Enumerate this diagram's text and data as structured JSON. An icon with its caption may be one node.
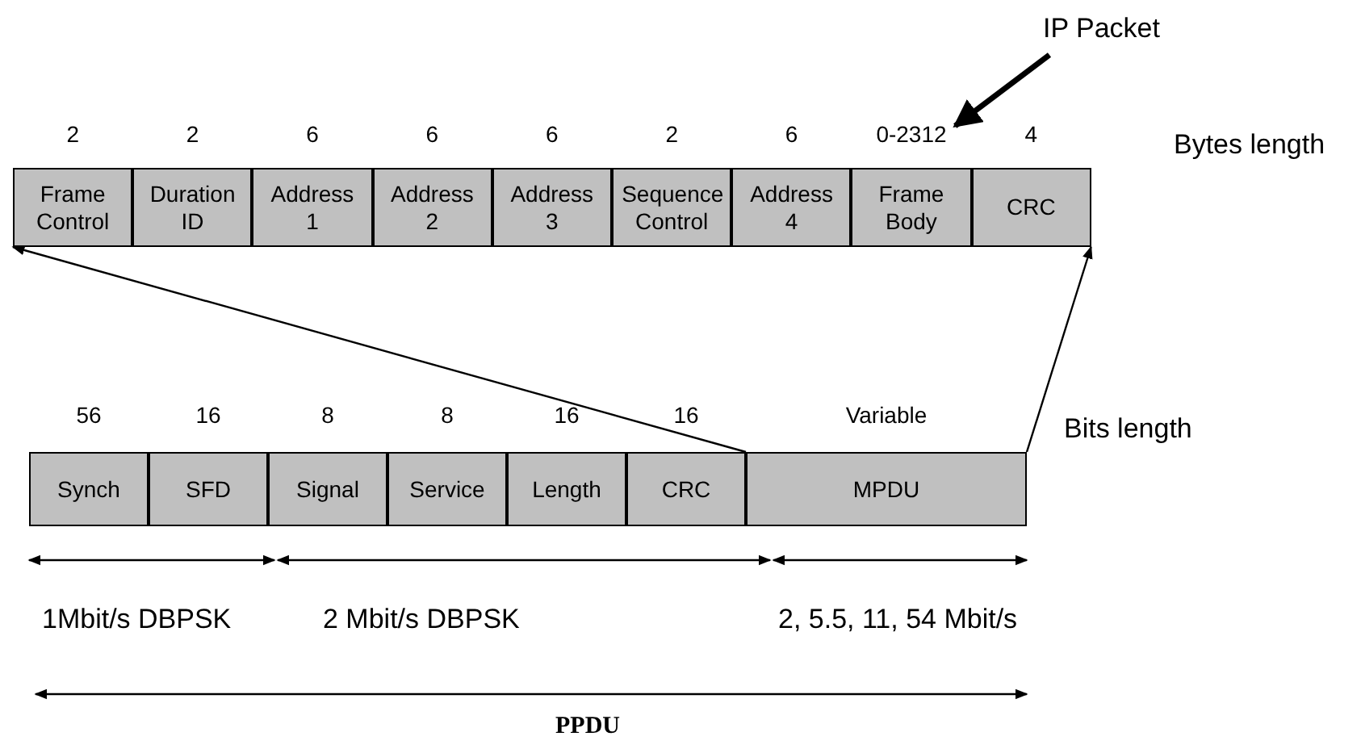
{
  "diagram": {
    "nodes": [
      {
        "text": [
          "IP Packet"
        ]
      },
      {
        "text": [
          "Frame Control"
        ],
        "beside": [
          "2"
        ]
      },
      {
        "text": [
          "Duration ID"
        ],
        "beside": [
          "2"
        ]
      },
      {
        "text": [
          "Address 1"
        ],
        "beside": [
          "6"
        ]
      },
      {
        "text": [
          "Address 2"
        ],
        "beside": [
          "6"
        ]
      },
      {
        "text": [
          "Address 3"
        ],
        "beside": [
          "6"
        ]
      },
      {
        "text": [
          "Sequence Control"
        ],
        "beside": [
          "2"
        ]
      },
      {
        "text": [
          "Address 4"
        ],
        "beside": [
          "6"
        ]
      },
      {
        "text": [
          "Frame Body"
        ],
        "beside": [
          "0-2312"
        ]
      },
      {
        "text": [
          "CRC"
        ],
        "beside": [
          "4"
        ]
      },
      {
        "text": [
          "Synch"
        ],
        "beside": [
          "56"
        ]
      },
      {
        "text": [
          "SFD"
        ],
        "beside": [
          "16"
        ]
      },
      {
        "text": [
          "Signal"
        ],
        "beside": [
          "8"
        ]
      },
      {
        "text": [
          "Service"
        ],
        "beside": [
          "8"
        ]
      },
      {
        "text": [
          "Length"
        ],
        "beside": [
          "16"
        ]
      },
      {
        "text": [
          "CRC"
        ],
        "beside": [
          "16"
        ]
      },
      {
        "text": [
          "MPDU"
        ],
        "beside": [
          "Variable"
        ]
      }
    ],
    "edges": [
      {
        "from": 0,
        "to": 8,
        "arrow": "to",
        "style": "thick"
      },
      {
        "from": 16,
        "to": 1,
        "arrow": "to"
      },
      {
        "from": 16,
        "to": 9,
        "arrow": "to"
      }
    ],
    "labels": [
      "Bytes length",
      "Bits length",
      "1Mbit/s DBPSK",
      "2 Mbit/s DBPSK",
      "2, 5.5, 11, 54 Mbit/s",
      "PPDU"
    ]
  }
}
